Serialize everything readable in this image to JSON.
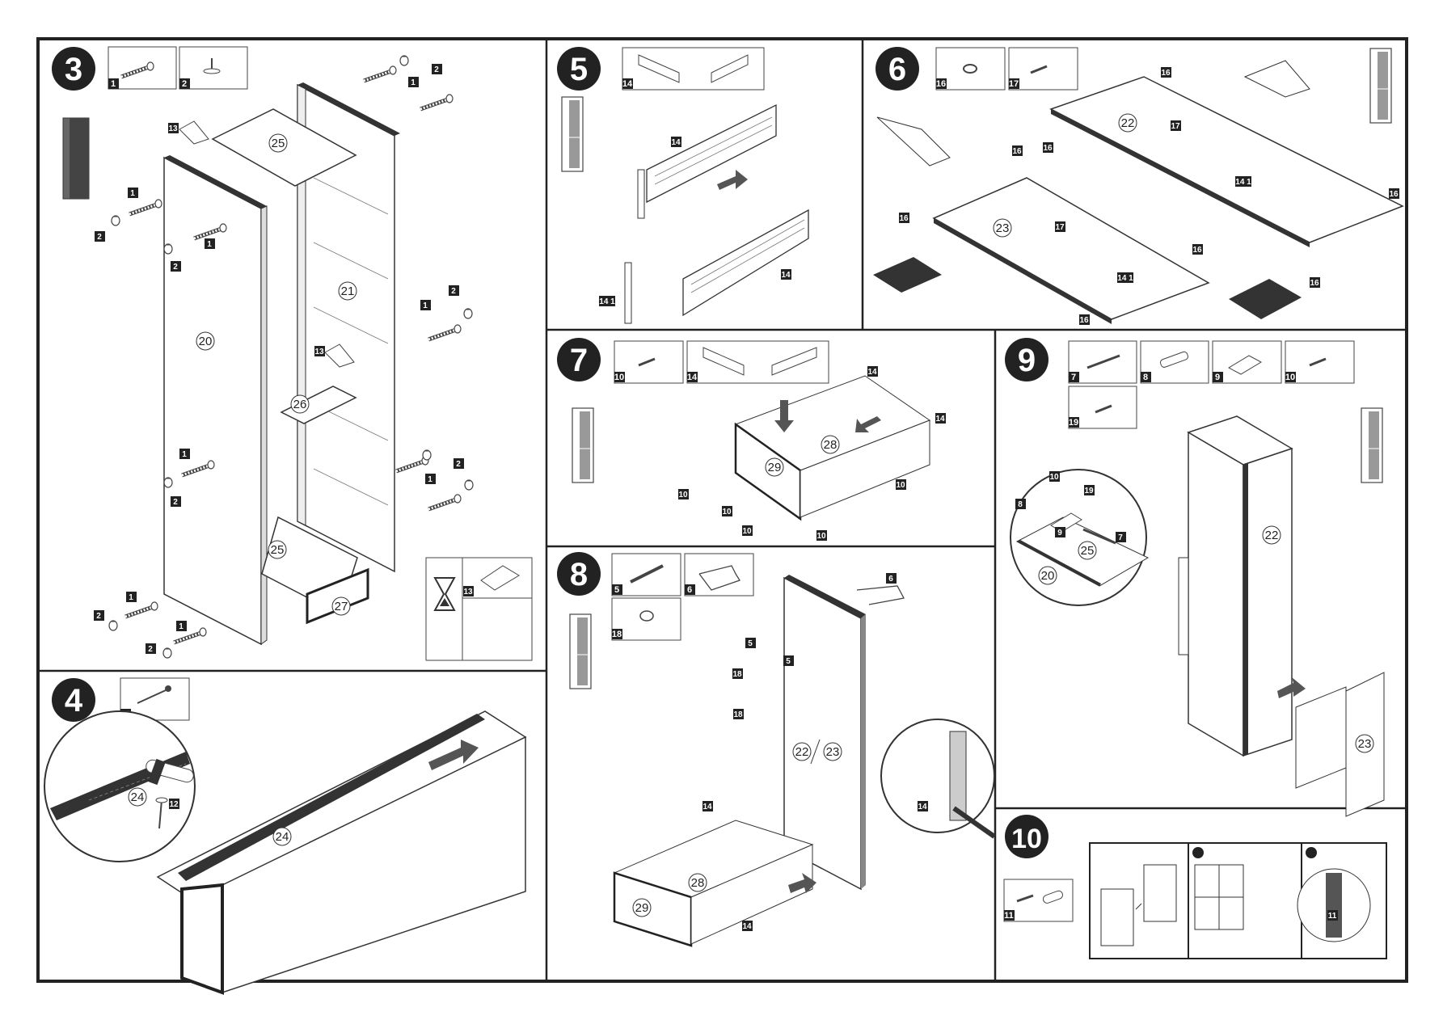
{
  "steps": [
    {
      "number": "3",
      "parts": [
        "1",
        "2"
      ],
      "circled": [
        "25",
        "20",
        "21",
        "26",
        "25",
        "27"
      ],
      "tags": [
        "13",
        "1",
        "2",
        "13"
      ],
      "hint_part": "13"
    },
    {
      "number": "4",
      "parts": [
        "12"
      ],
      "circled": [
        "24",
        "24"
      ],
      "tags": [
        "12"
      ]
    },
    {
      "number": "5",
      "parts": [
        "14"
      ],
      "tags": [
        "14",
        "14",
        "14 1"
      ]
    },
    {
      "number": "6",
      "parts": [
        "16",
        "17"
      ],
      "circled": [
        "22",
        "23"
      ],
      "tags": [
        "16",
        "17",
        "14 1"
      ]
    },
    {
      "number": "7",
      "parts": [
        "10",
        "14"
      ],
      "circled": [
        "28",
        "29"
      ],
      "tags": [
        "14",
        "10"
      ]
    },
    {
      "number": "8",
      "parts": [
        "5",
        "6",
        "18"
      ],
      "circled": [
        "22",
        "23",
        "28",
        "29"
      ],
      "tags": [
        "6",
        "5",
        "18",
        "14"
      ]
    },
    {
      "number": "9",
      "parts": [
        "7",
        "8",
        "9",
        "10",
        "19"
      ],
      "circled": [
        "22",
        "20",
        "25",
        "23"
      ],
      "tags": [
        "10",
        "19",
        "8",
        "9",
        "7"
      ]
    },
    {
      "number": "10",
      "parts": [
        "11"
      ],
      "tags": [
        "11"
      ]
    }
  ]
}
